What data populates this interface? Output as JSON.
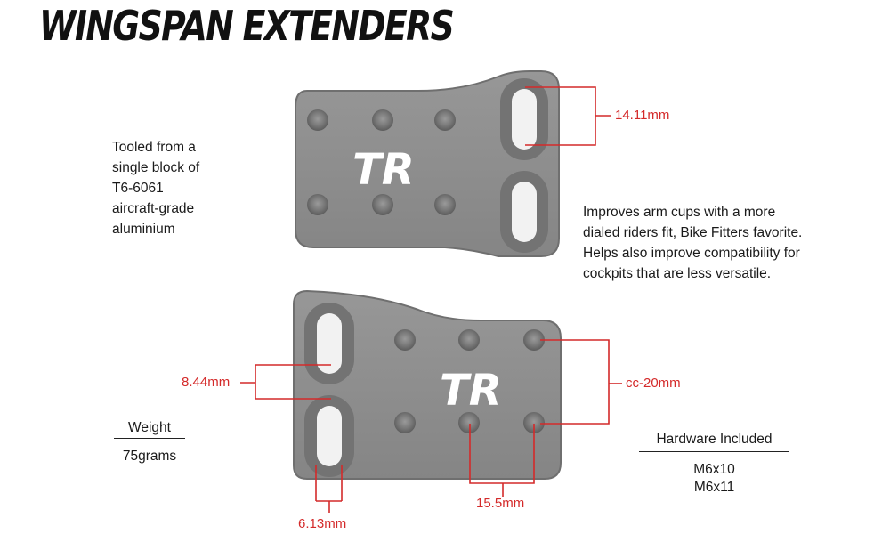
{
  "title": "WINGSPAN EXTENDERS",
  "material_text": [
    "Tooled from a",
    "single block of",
    "T6-6061",
    "aircraft-grade",
    "aluminium"
  ],
  "feature_text": [
    "Improves arm cups with a more",
    "dialed riders fit, Bike Fitters favorite.",
    "Helps also improve compatibility for",
    "cockpits that are less versatile."
  ],
  "weight": {
    "label": "Weight",
    "value": "75grams"
  },
  "hardware": {
    "label": "Hardware Included",
    "items": [
      "M6x10",
      "M6x11"
    ]
  },
  "logo_text": "TR",
  "dimensions": {
    "slot_length": "14.11mm",
    "slot_gap": "8.44mm",
    "hole_spacing": "cc-20mm",
    "hole_offset": "15.5mm",
    "slot_width": "6.13mm"
  },
  "colors": {
    "plate": "#8d8d8d",
    "plate_edge": "#6f6f6f",
    "hole": "#6a6a6a",
    "dimension": "#d42a2a"
  }
}
